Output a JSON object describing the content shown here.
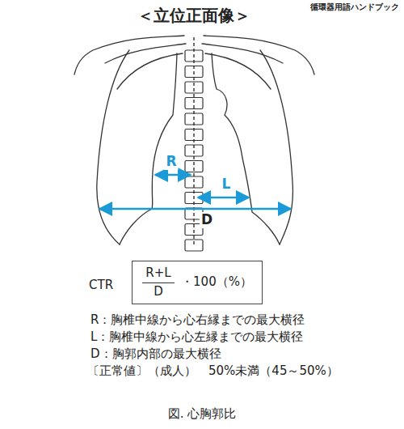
{
  "diagram": {
    "title": "＜立位正面像＞",
    "caption": "図. 心胸郭比",
    "nodes": [
      {
        "text": [
          "R+L",
          "D",
          "・100（%）"
        ]
      }
    ],
    "labels": [
      "循環器用語ハンドブック",
      "R",
      "L",
      "D",
      "CTR",
      "R：胸椎中線から心右縁までの最大横径",
      "L：胸椎中線から心左縁までの最大横径",
      "D：胸郭内部の最大横径",
      "〔正常値〕（成人）　50%未満（45～50%）"
    ]
  }
}
